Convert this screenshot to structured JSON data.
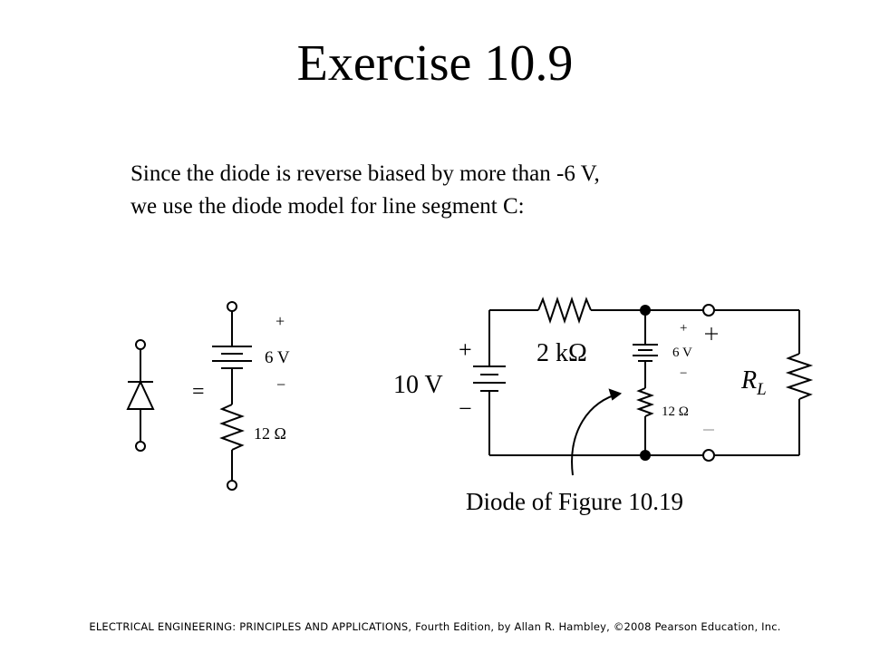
{
  "slide": {
    "title": "Exercise 10.9",
    "text_lines": [
      "Since the diode is reverse biased by more than -6 V,",
      "we use the diode model for line segment C:"
    ],
    "footer": "ELECTRICAL ENGINEERING: PRINCIPLES AND APPLICATIONS, Fourth Edition, by Allan R. Hambley, ©2008 Pearson Education, Inc."
  },
  "left_figure": {
    "equals": "=",
    "plus": "+",
    "minus": "−",
    "battery": "6 V",
    "resistor": "12 Ω"
  },
  "right_figure": {
    "source_plus": "+",
    "source_minus": "−",
    "source": "10 V",
    "series_resistor": "2 kΩ",
    "model_plus": "+",
    "model_minus": "−",
    "model_battery": "6 V",
    "model_resistor": "12 Ω",
    "load_resistor": "R",
    "load_resistor_sub": "L",
    "caption": "Diode of Figure 10.19"
  }
}
